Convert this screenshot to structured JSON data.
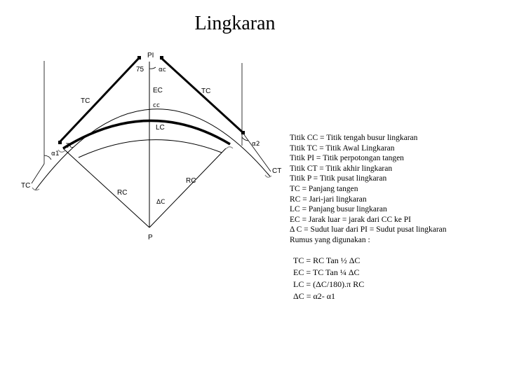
{
  "title": "Lingkaran",
  "diagram": {
    "labels": {
      "pi": "PI",
      "angle_75": "75",
      "alpha_c_top": "αc",
      "ec": "EC",
      "tc_right": "TC",
      "tc_left": "TC",
      "cc": "cc",
      "lc": "LC",
      "alpha2": "α2",
      "tc_small": "TC",
      "alpha1": "α1",
      "ct": "CT",
      "tc_far_left": "TC",
      "rc_right": "RC",
      "rc_left": "RC",
      "delta_c": "ΔC",
      "p": "P"
    }
  },
  "legend": {
    "lines": [
      "Titik CC =  Titik  tengah busur lingkaran",
      "Titik TC =  Titik Awal Lingkaran",
      "Titik PI  =  Titik perpotongan tangen",
      "Titik CT = Titik akhir lingkaran",
      "Titik P   = Titik pusat lingkaran",
      "TC           = Panjang tangen",
      "RC           =  Jari-jari lingkaran",
      "LC           = Panjang busur lingkaran",
      "EC           = Jarak luar = jarak dari CC ke PI",
      "Δ C         =  Sudut luar dari PI = Sudut pusat lingkaran",
      " Rumus yang digunakan :"
    ]
  },
  "formulas": [
    "TC = RC Tan ½ ΔC",
    "EC = TC Tan ¼ ΔC",
    "LC = (ΔC/180).π RC",
    "ΔC = α2- α1"
  ]
}
